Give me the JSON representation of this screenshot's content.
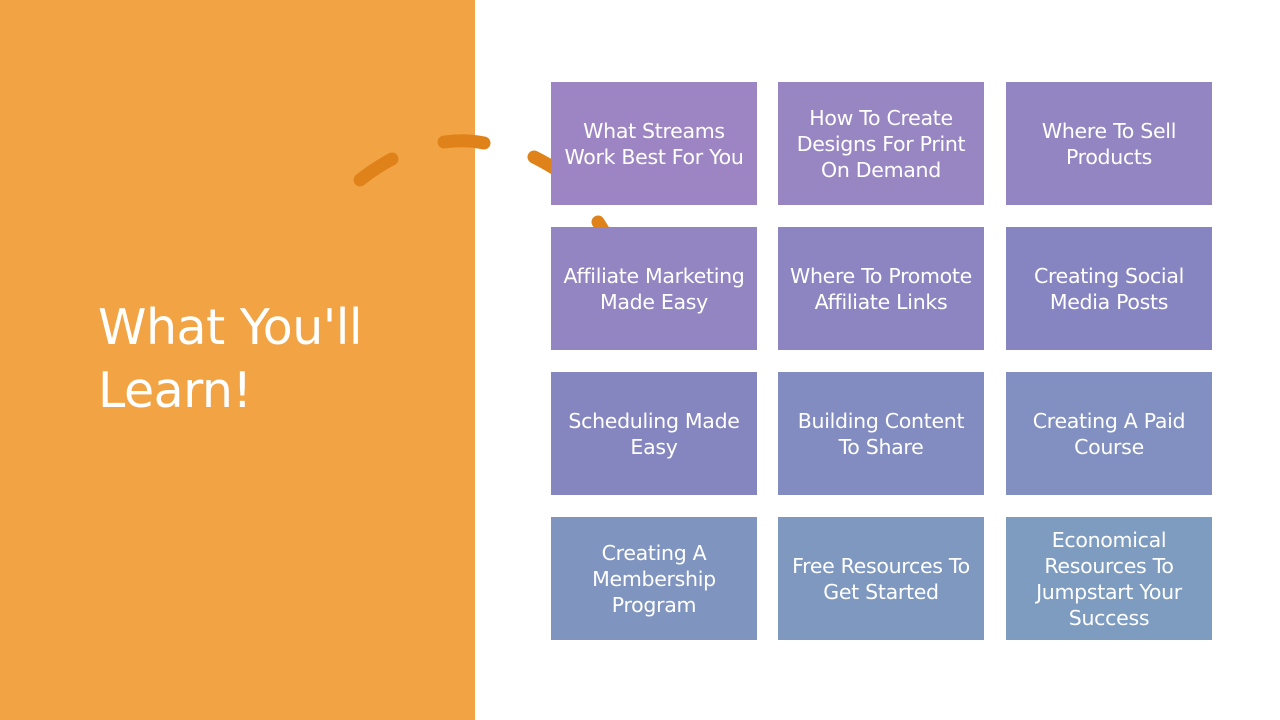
{
  "slide": {
    "title_line1": "What You'll",
    "title_line2": "Learn!",
    "colors": {
      "left_panel": "#f2a444",
      "accent_arc": "#e0821a"
    },
    "tiles": [
      {
        "label": "What Streams Work Best For You",
        "color": "#9d85c3"
      },
      {
        "label": "How To Create Designs For Print On Demand",
        "color": "#9886c3"
      },
      {
        "label": "Where To Sell Products",
        "color": "#9385c2"
      },
      {
        "label": "Affiliate Marketing Made Easy",
        "color": "#9285c2"
      },
      {
        "label": "Where To Promote Affiliate Links",
        "color": "#8c85c2"
      },
      {
        "label": "Creating Social Media Posts",
        "color": "#8785c1"
      },
      {
        "label": "Scheduling Made Easy",
        "color": "#8586c0"
      },
      {
        "label": "Building Content To Share",
        "color": "#828cc0"
      },
      {
        "label": "Creating A Paid Course",
        "color": "#8190c0"
      },
      {
        "label": "Creating A Membership Program",
        "color": "#8094c0"
      },
      {
        "label": "Free Resources To Get Started",
        "color": "#7f98c0"
      },
      {
        "label": "Economical Resources To Jumpstart Your Success",
        "color": "#7e9cc0"
      }
    ]
  }
}
